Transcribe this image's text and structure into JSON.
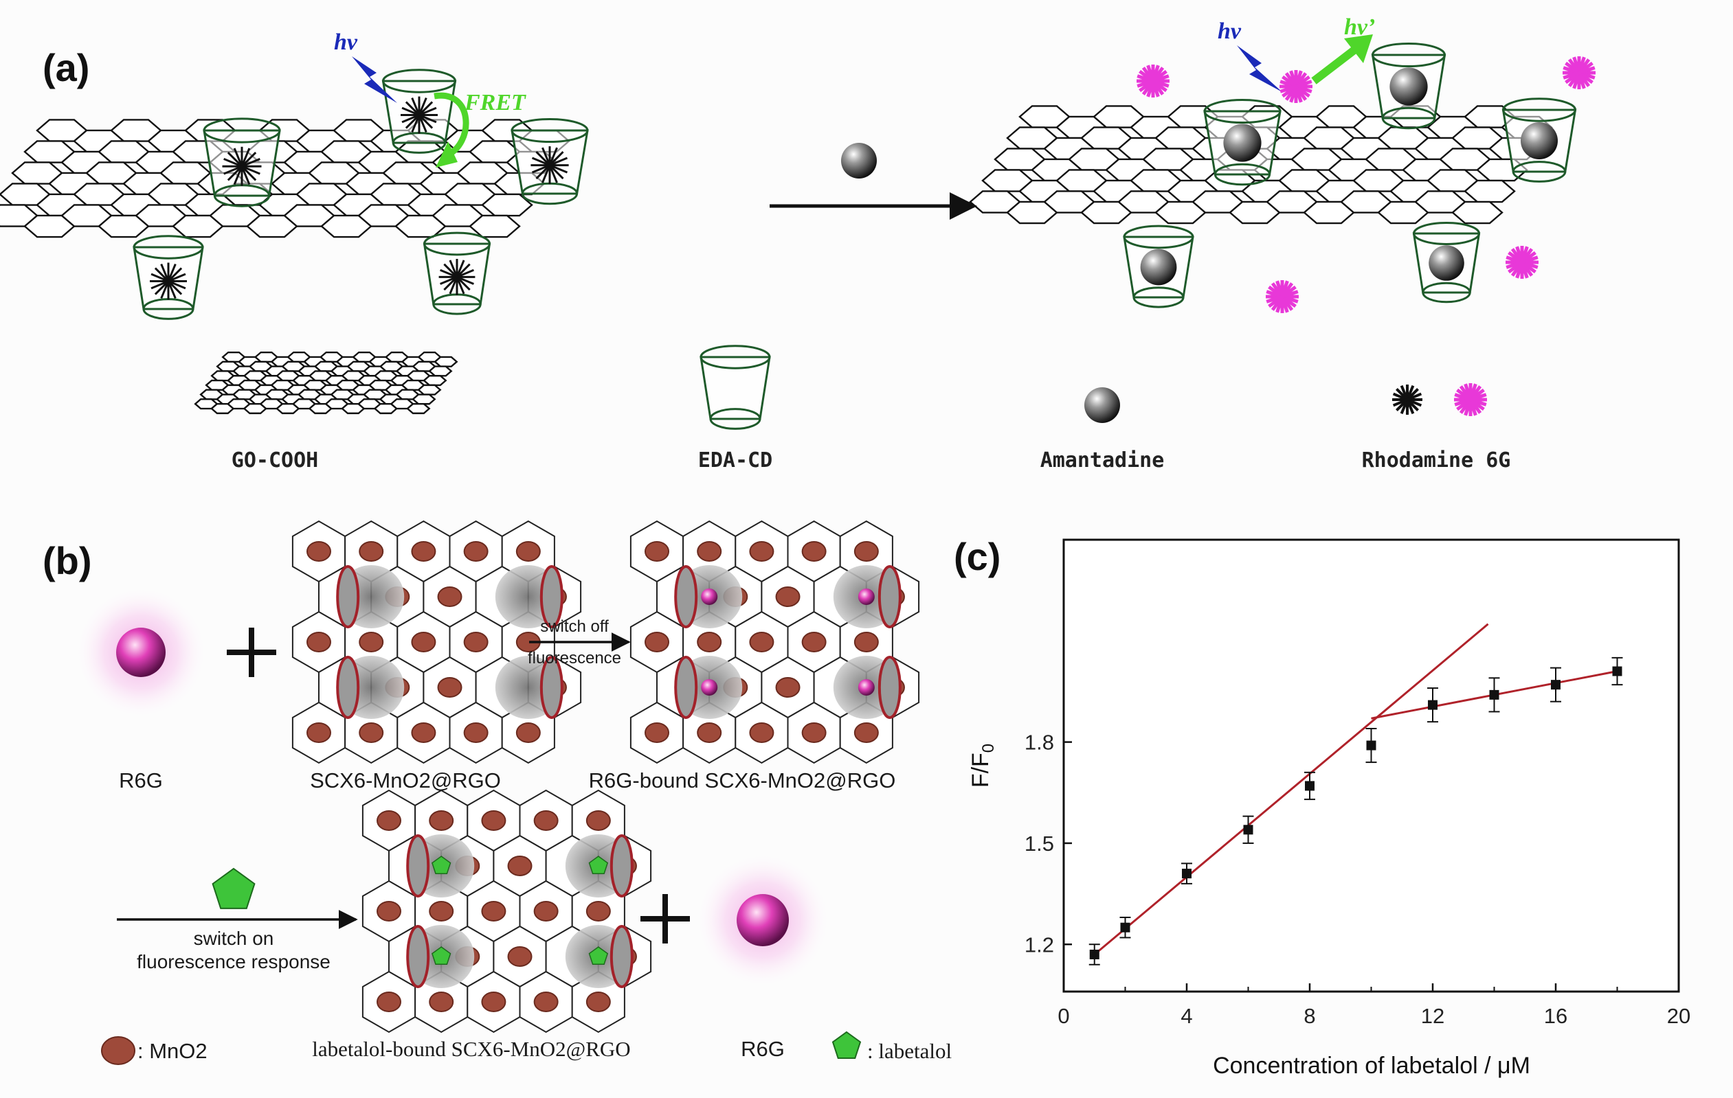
{
  "panels": {
    "a": {
      "tag": "(a)",
      "excitation_label": "hv",
      "fret_label": "FRET",
      "emission_label": "hv’",
      "legend": {
        "graphene": "GO-COOH",
        "cyclodextrin": "EDA-CD",
        "guest": "Amantadine",
        "dye": "Rhodamine 6G"
      }
    },
    "b": {
      "tag": "(b)",
      "r6g_label": "R6G",
      "composite_label": "SCX6-MnO2@RGO",
      "switch_off_line1": "switch off",
      "switch_off_line2": "fluorescence",
      "bound_label": "R6G-bound SCX6-MnO2@RGO",
      "switch_on_line1": "switch on",
      "switch_on_line2": "fluorescence response",
      "labetalol_bound_label": "labetalol-bound SCX6-MnO2@RGO",
      "released_label": "R6G",
      "legend_mno2": ": MnO2",
      "legend_labetalol": ": labetalol"
    },
    "c": {
      "tag": "(c)"
    }
  },
  "colors": {
    "cd_outline": "#1e5a2a",
    "dye_on": "#111111",
    "dye_off": "#e838d8",
    "hv_blue": "#1a2ab8",
    "fret_green": "#4fd62a",
    "mno2": "#9e4a3a",
    "fit_line": "#b0222a"
  },
  "chart_data": {
    "type": "scatter",
    "xlabel": "Concentration of labetalol / μM",
    "ylabel": "F/F0",
    "xlim": [
      0,
      20
    ],
    "ylim": [
      1.06,
      2.4
    ],
    "xticks": [
      0,
      4,
      8,
      12,
      16,
      20
    ],
    "yticks": [
      1.2,
      1.5,
      1.8
    ],
    "grid": false,
    "x": [
      1,
      2,
      4,
      6,
      8,
      10,
      12,
      14,
      16,
      18
    ],
    "y": [
      1.17,
      1.25,
      1.41,
      1.54,
      1.67,
      1.79,
      1.91,
      1.94,
      1.97,
      2.01
    ],
    "yerr": [
      0.03,
      0.03,
      0.03,
      0.04,
      0.04,
      0.05,
      0.05,
      0.05,
      0.05,
      0.04
    ],
    "fits": [
      {
        "x": [
          1,
          13.8
        ],
        "y": [
          1.17,
          2.15
        ]
      },
      {
        "x": [
          10,
          18
        ],
        "y": [
          1.87,
          2.01
        ]
      }
    ]
  }
}
